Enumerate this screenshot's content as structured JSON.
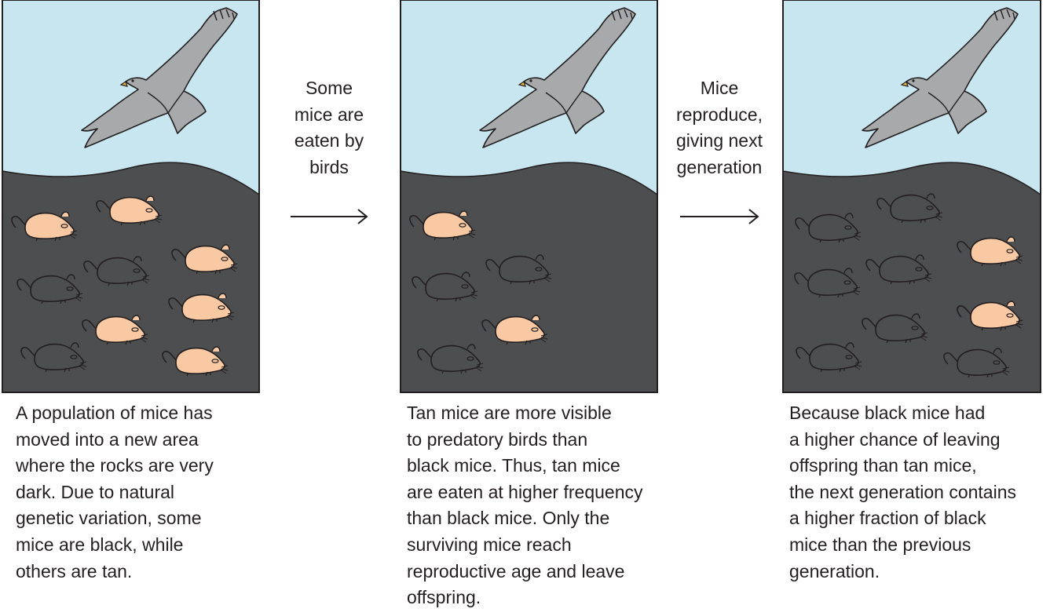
{
  "panels": [
    {
      "caption_lines": [
        "A population of mice has",
        "moved into a new area",
        "where the rocks are very",
        "dark. Due to natural",
        "genetic variation, some",
        "mice are black, while",
        "others are tan."
      ],
      "mice": [
        {
          "color": "tan"
        },
        {
          "color": "tan"
        },
        {
          "color": "tan"
        },
        {
          "color": "black"
        },
        {
          "color": "black"
        },
        {
          "color": "tan"
        },
        {
          "color": "tan"
        },
        {
          "color": "black"
        },
        {
          "color": "tan"
        }
      ]
    },
    {
      "caption_lines": [
        "Tan mice are more visible",
        "to predatory birds than",
        "black mice. Thus, tan mice",
        "are eaten at higher frequency",
        "than black mice. Only the",
        "surviving mice reach",
        "reproductive age and leave",
        "offspring."
      ],
      "mice": [
        {
          "color": "tan"
        },
        {
          "color": "black"
        },
        {
          "color": "black"
        },
        {
          "color": "tan"
        },
        {
          "color": "black"
        }
      ]
    },
    {
      "caption_lines": [
        "Because black mice had",
        "a higher chance of leaving",
        "offspring than tan mice,",
        "the next generation contains",
        "a higher fraction of black",
        "mice than the previous",
        "generation."
      ],
      "mice": [
        {
          "color": "black"
        },
        {
          "color": "black"
        },
        {
          "color": "tan"
        },
        {
          "color": "black"
        },
        {
          "color": "black"
        },
        {
          "color": "black"
        },
        {
          "color": "tan"
        },
        {
          "color": "black"
        },
        {
          "color": "black"
        },
        {
          "color": "black"
        }
      ]
    }
  ],
  "transitions": [
    {
      "lines": [
        "Some",
        "mice are",
        "eaten by",
        "birds"
      ]
    },
    {
      "lines": [
        "Mice",
        "reproduce,",
        "giving next",
        "generation"
      ]
    }
  ],
  "colors": {
    "sky": "#c8e6ef",
    "rock": "#4d4e4f",
    "tan_mouse": "#f8c9a3",
    "black_mouse": "#4d4e4f",
    "bird": "#a7a9ab",
    "outline": "#231f20",
    "beak": "#e8b534"
  },
  "icons": {
    "bird": "bird-of-prey-icon",
    "mouse": "mouse-icon",
    "arrow": "right-arrow-icon"
  }
}
